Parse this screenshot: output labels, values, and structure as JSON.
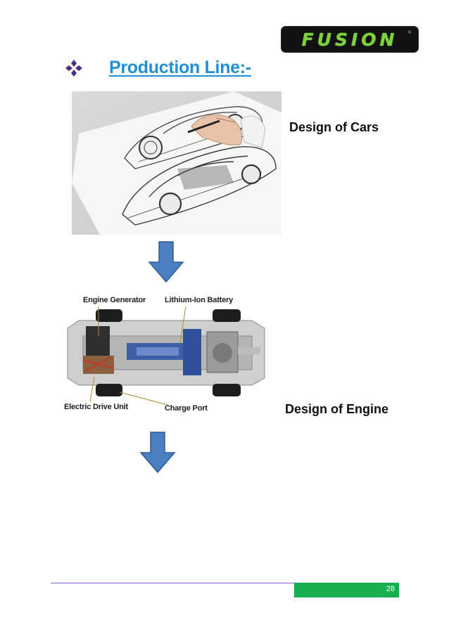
{
  "header": {
    "logo_text": "FUSION",
    "logo_colors": {
      "background": "#111111",
      "text": "#7cd23a"
    }
  },
  "section": {
    "bullet_icon": "diamond-bullet-icon",
    "title": "Production Line:-",
    "title_color": "#1f8fd8"
  },
  "steps": [
    {
      "image": "car-sketch-image",
      "label": "Design of Cars"
    },
    {
      "image": "ev-chassis-diagram",
      "label": "Design of Engine"
    }
  ],
  "diagram": {
    "callouts": {
      "engine_generator": "Engine Generator",
      "lithium_ion_battery": "Lithium-Ion Battery",
      "electric_drive_unit": "Electric Drive Unit",
      "charge_port": "Charge Port"
    }
  },
  "arrows": {
    "icon": "down-arrow-icon",
    "color": "#4a7fc1"
  },
  "footer": {
    "page_number": "28",
    "line_color": "#8e5fc8",
    "box_color": "#16b050"
  }
}
